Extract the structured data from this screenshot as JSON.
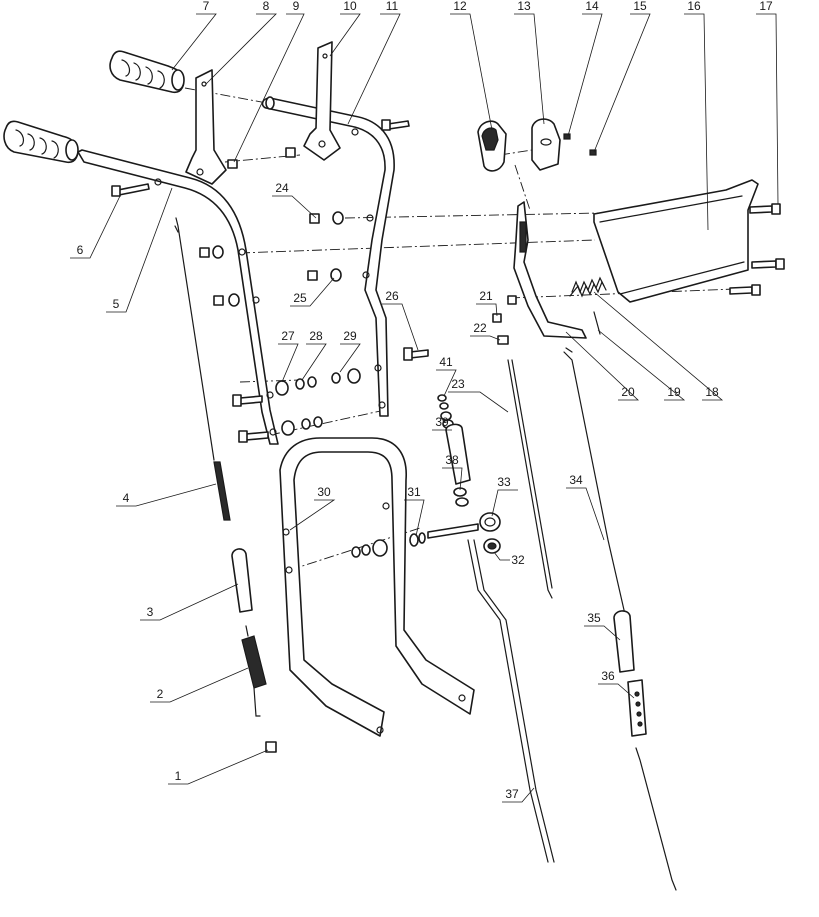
{
  "callouts": [
    {
      "id": "c1",
      "label": "1"
    },
    {
      "id": "c2",
      "label": "2"
    },
    {
      "id": "c3",
      "label": "3"
    },
    {
      "id": "c4",
      "label": "4"
    },
    {
      "id": "c5",
      "label": "5"
    },
    {
      "id": "c6",
      "label": "6"
    },
    {
      "id": "c7",
      "label": "7"
    },
    {
      "id": "c8",
      "label": "8"
    },
    {
      "id": "c9",
      "label": "9"
    },
    {
      "id": "c10",
      "label": "10"
    },
    {
      "id": "c11",
      "label": "11"
    },
    {
      "id": "c12",
      "label": "12"
    },
    {
      "id": "c13",
      "label": "13"
    },
    {
      "id": "c14",
      "label": "14"
    },
    {
      "id": "c15",
      "label": "15"
    },
    {
      "id": "c16",
      "label": "16"
    },
    {
      "id": "c17",
      "label": "17"
    },
    {
      "id": "c18",
      "label": "18"
    },
    {
      "id": "c19",
      "label": "19"
    },
    {
      "id": "c20",
      "label": "20"
    },
    {
      "id": "c21",
      "label": "21"
    },
    {
      "id": "c22",
      "label": "22"
    },
    {
      "id": "c23",
      "label": "23"
    },
    {
      "id": "c24",
      "label": "24"
    },
    {
      "id": "c25",
      "label": "25"
    },
    {
      "id": "c26",
      "label": "26"
    },
    {
      "id": "c27",
      "label": "27"
    },
    {
      "id": "c28",
      "label": "28"
    },
    {
      "id": "c29",
      "label": "29"
    },
    {
      "id": "c30",
      "label": "30"
    },
    {
      "id": "c31",
      "label": "31"
    },
    {
      "id": "c32",
      "label": "32"
    },
    {
      "id": "c33",
      "label": "33"
    },
    {
      "id": "c34",
      "label": "34"
    },
    {
      "id": "c35",
      "label": "35"
    },
    {
      "id": "c36",
      "label": "36"
    },
    {
      "id": "c37",
      "label": "37"
    },
    {
      "id": "c38",
      "label": "38"
    },
    {
      "id": "c39",
      "label": "39"
    },
    {
      "id": "c41",
      "label": "41"
    }
  ]
}
